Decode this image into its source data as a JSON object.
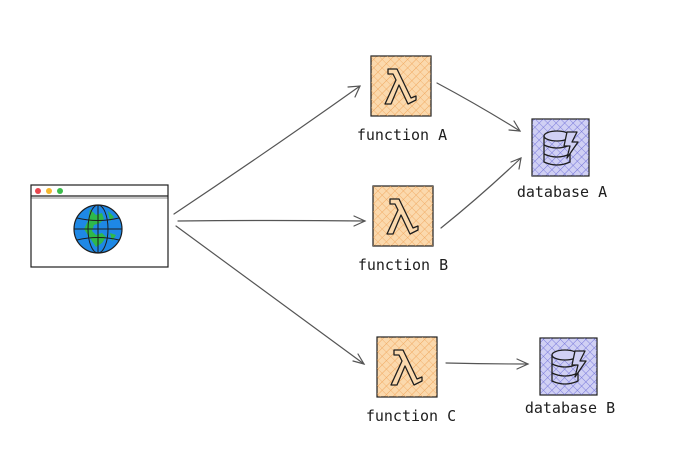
{
  "diagram": {
    "client": {
      "icon": "browser-globe-icon"
    },
    "functions": [
      {
        "label": "function A",
        "icon": "lambda-icon"
      },
      {
        "label": "function B",
        "icon": "lambda-icon"
      },
      {
        "label": "function C",
        "icon": "lambda-icon"
      }
    ],
    "databases": [
      {
        "label": "database A",
        "icon": "database-lightning-icon"
      },
      {
        "label": "database B",
        "icon": "database-lightning-icon"
      }
    ],
    "colors": {
      "lambda_fill": "#fbd9ad",
      "lambda_hatch": "#f0a860",
      "database_fill": "#d0d0f4",
      "database_hatch": "#7070d8",
      "stroke": "#1e1e1e",
      "arrow": "#555555",
      "dot_red": "#e8464e",
      "dot_yellow": "#f5b82e",
      "dot_green": "#3cbd4c",
      "globe_blue": "#1e88e5",
      "globe_green": "#2fb84a"
    }
  }
}
